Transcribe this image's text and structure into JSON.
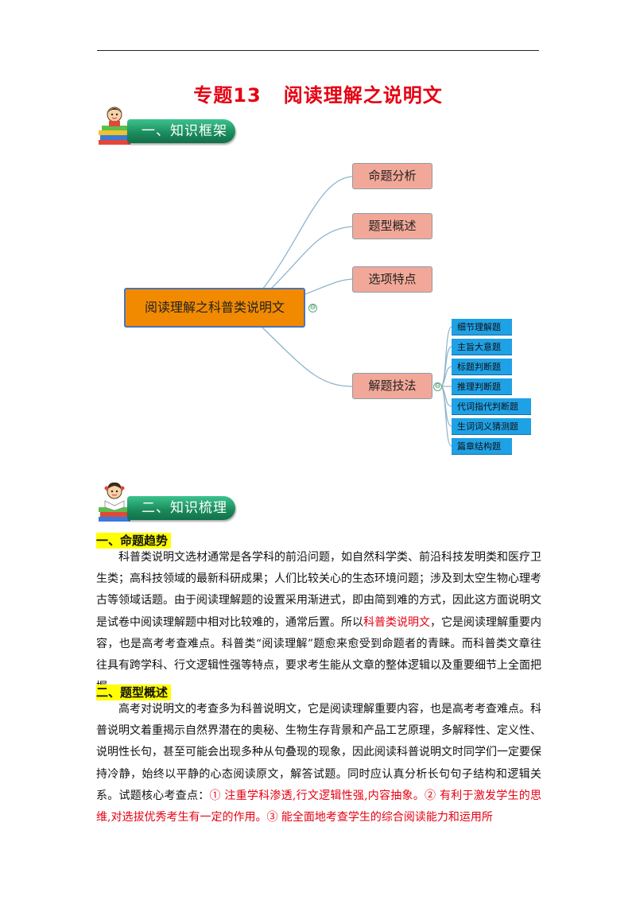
{
  "title": {
    "number": "专题13",
    "text": "阅读理解之说明文"
  },
  "banner1": {
    "label": "一、知识框架"
  },
  "banner2": {
    "label": "二、知识梳理"
  },
  "mindmap": {
    "root": "阅读理解之科普类说明文",
    "branches": [
      "命题分析",
      "题型概述",
      "选项特点",
      "解题技法"
    ],
    "leaves": [
      "细节理解题",
      "主旨大意题",
      "标题判断题",
      "推理判断题",
      "代词指代判断题",
      "生词词义猜测题",
      "篇章结构题"
    ],
    "collapse_symbol": "⊖"
  },
  "section1": {
    "heading": "一、命题趋势",
    "p_before": "科普类说明文选材通常是各学科的前沿问题，如自然科学类、前沿科技发明类和医疗卫生类；高科技领域的最新科研成果；人们比较关心的生态环境问题；涉及到太空生物心理考古等领域话题。由于阅读理解题的设置采用渐进式，即由简到难的方式，因此这方面说明文是试卷中阅读理解题中相对比较难的，通常后置。所以",
    "p_red": "科普类说明文",
    "p_after": "，它是阅读理解重要内容，也是高考考查难点。科普类“阅读理解”题愈来愈受到命题者的青睐。而科普类文章往往具有跨学科、行文逻辑性强等特点，要求考生能从文章的整体逻辑以及重要细节上全面把握。"
  },
  "section2": {
    "heading": "二、题型概述",
    "p_before": "高考对说明文的考查多为科普说明文，它是阅读理解重要内容，也是高考考查难点。科普说明文着重揭示自然界潜在的奥秘、生物生存背景和产品工艺原理，多解释性、定义性、说明性长句，甚至可能会出现多种从句叠现的现象，因此阅读科普说明文时同学们一定要保持冷静，始终以平静的心态阅读原文，解答试题。同时应认真分析长句句子结构和逻辑关系。试题核心考查点：",
    "p_red": "① 注重学科渗透,行文逻辑性强,内容抽象。② 有利于激发学生的思维,对选拔优秀考生有一定的作用。③ 能全面地考查学生的综合阅读能力和运用所"
  },
  "colors": {
    "title": "#e60012",
    "banner": "#1a8a5b",
    "root": "#f28a00",
    "branch": "#f2a898",
    "leaf": "#1fa1e6",
    "highlight": "#ffff00"
  }
}
